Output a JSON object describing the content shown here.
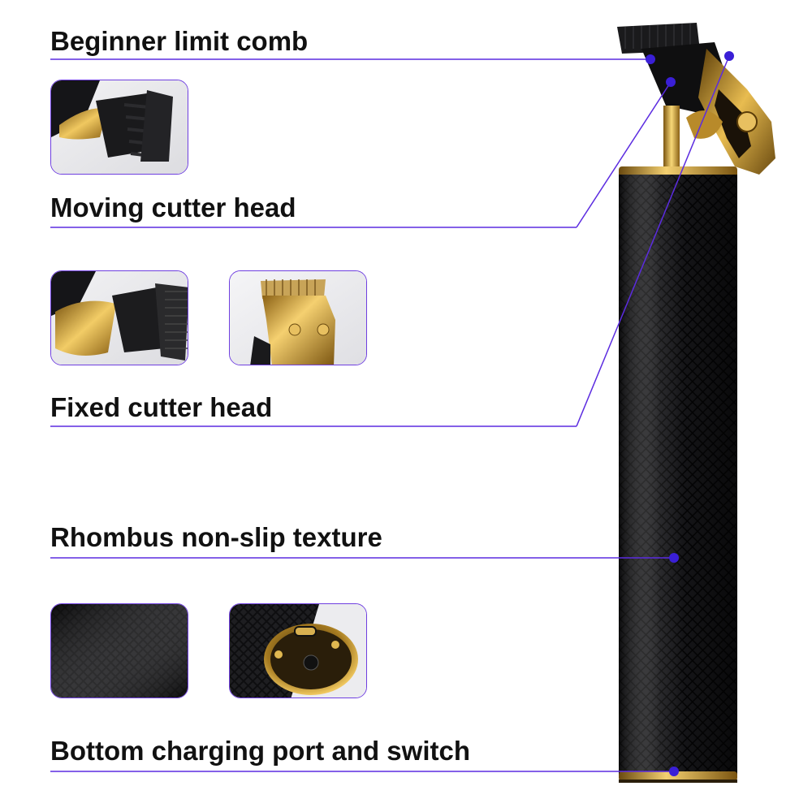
{
  "labels": {
    "beginner_limit_comb": "Beginner limit comb",
    "moving_cutter_head": "Moving cutter head",
    "fixed_cutter_head": "Fixed cutter head",
    "rhombus_texture": "Rhombus non-slip texture",
    "bottom_charging": "Bottom charging port and switch"
  },
  "colors": {
    "accent_line": "#5b2be0",
    "dot": "#3a1fd6",
    "body_black": "#0d0d0f",
    "gold": "#c8962a",
    "thumb_border": "#6f3fe0"
  },
  "icons": [
    "limit-comb-photo",
    "moving-blade-photo",
    "fixed-blade-photo",
    "texture-photo",
    "charging-port-photo",
    "trimmer-product-photo"
  ]
}
